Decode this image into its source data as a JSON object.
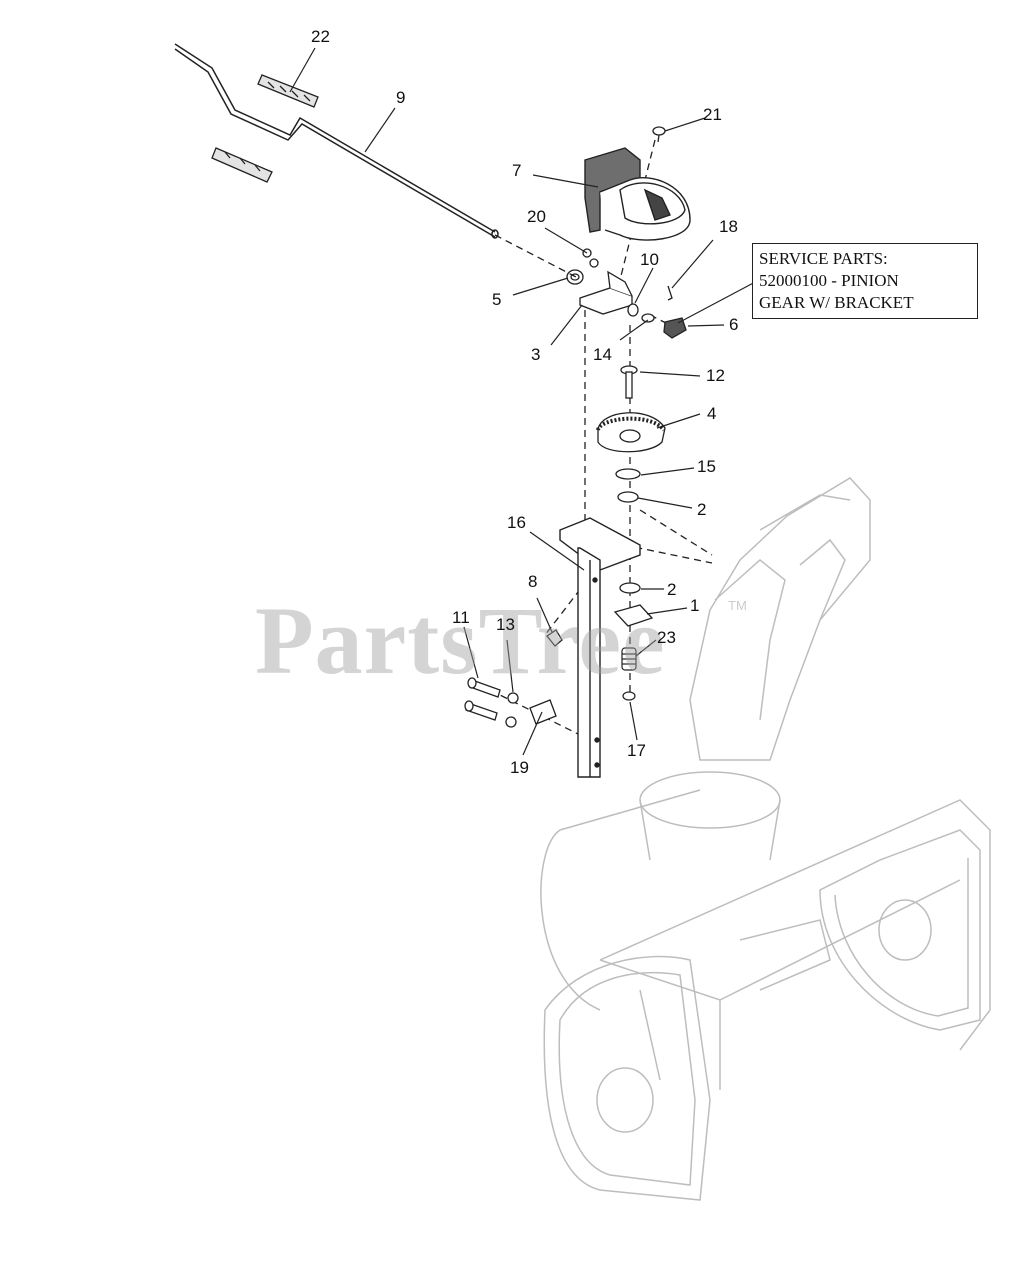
{
  "watermark": {
    "text": "PartsTree",
    "tm": "TM"
  },
  "service_box": {
    "line1": "SERVICE PARTS:",
    "line2": "52000100 - PINION",
    "line3": "GEAR W/ BRACKET"
  },
  "callouts": {
    "n1": "1",
    "n2a": "2",
    "n2b": "2",
    "n3": "3",
    "n4": "4",
    "n5": "5",
    "n6": "6",
    "n7": "7",
    "n8": "8",
    "n9": "9",
    "n10": "10",
    "n11": "11",
    "n12": "12",
    "n13": "13",
    "n14": "14",
    "n15": "15",
    "n16": "16",
    "n17": "17",
    "n18": "18",
    "n19": "19",
    "n20": "20",
    "n21": "21",
    "n22": "22",
    "n23": "23"
  },
  "colors": {
    "line": "#222222",
    "ghost": "#bdbdbd",
    "watermark": "#a0a0a0"
  }
}
